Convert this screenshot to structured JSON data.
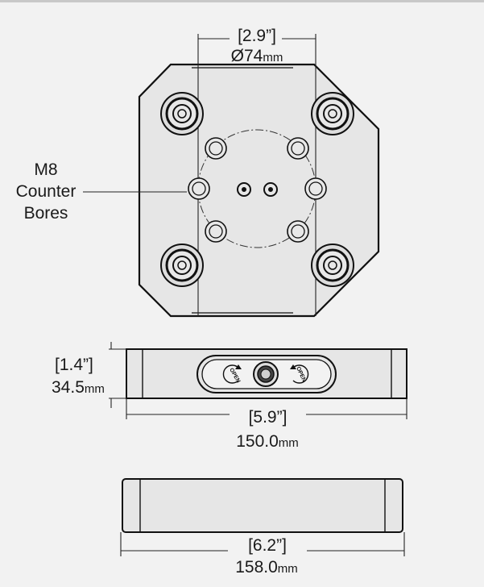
{
  "top_view": {
    "dimension_imperial": "[2.9”]",
    "dimension_metric_value": "Ø74",
    "dimension_metric_unit": "mm",
    "callout_lines": [
      "M8",
      "Counter",
      "Bores"
    ]
  },
  "side_view": {
    "height_imperial": "[1.4”]",
    "height_metric_value": "34.5",
    "height_metric_unit": "mm",
    "width_imperial": "[5.9”]",
    "width_metric_value": "150.0",
    "width_metric_unit": "mm",
    "knob_left_text": "OPEN",
    "knob_right_text": "OPEN"
  },
  "bottom_view": {
    "width_imperial": "[6.2”]",
    "width_metric_value": "158.0",
    "width_metric_unit": "mm"
  }
}
